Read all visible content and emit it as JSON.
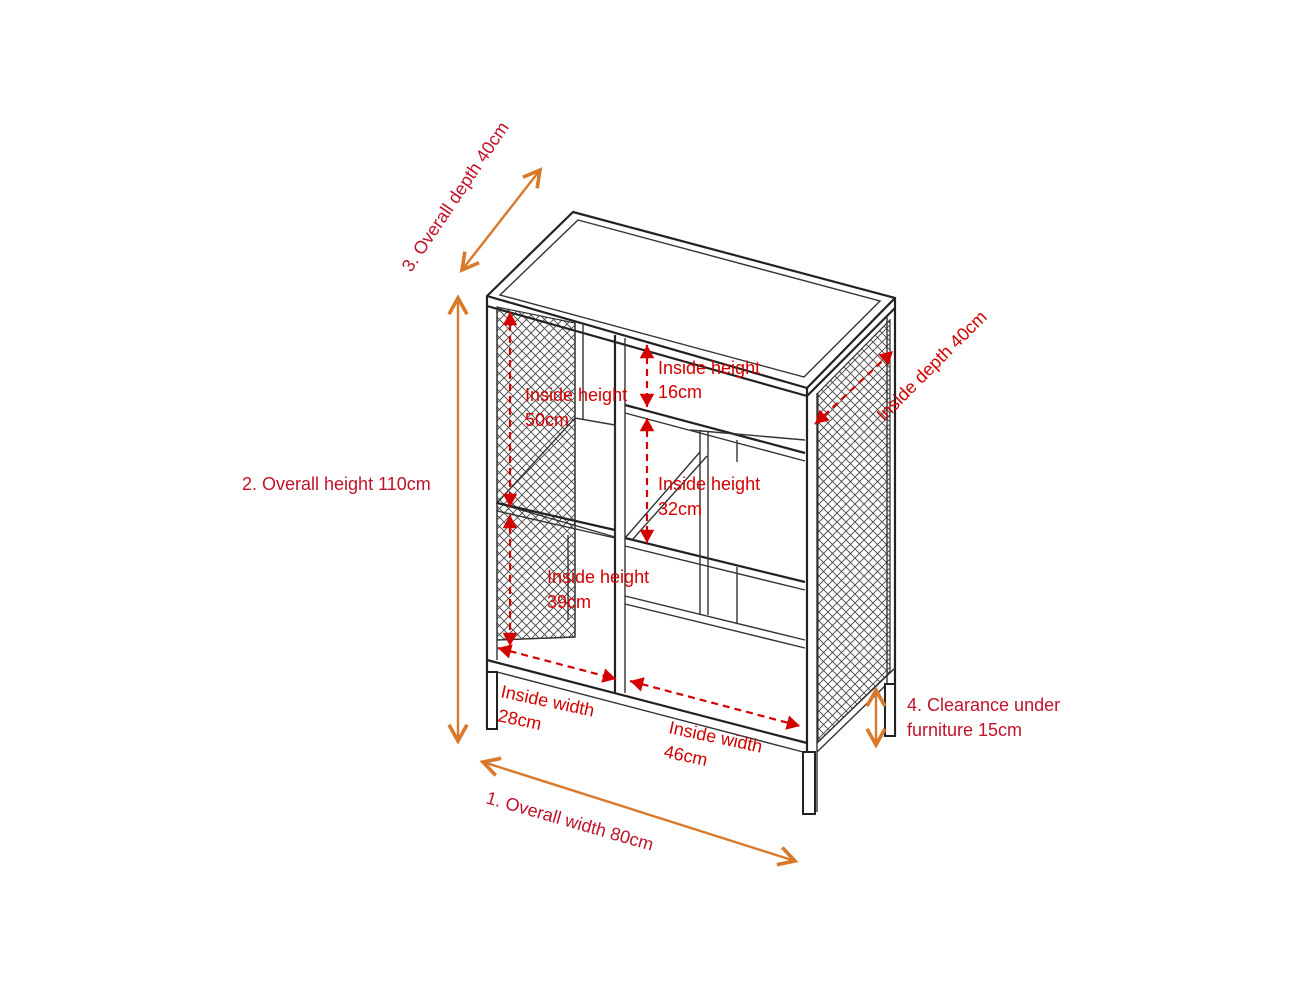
{
  "colors": {
    "overall_arrow": "#d9792b",
    "inside_arrow": "#d40000",
    "overall_text": "#c0122a",
    "inside_text": "#d40000",
    "frame": "#222222"
  },
  "overall": {
    "width": "1.  Overall width 80cm",
    "height": "2.  Overall height 110cm",
    "depth": "3. Overall depth 40cm",
    "clearance_line1": "4. Clearance under",
    "clearance_line2": "furniture 15cm"
  },
  "inside": {
    "height_50_l1": "Inside height",
    "height_50_l2": "50cm",
    "height_16_l1": "Inside height",
    "height_16_l2": "16cm",
    "height_32_l1": "Inside height",
    "height_32_l2": "32cm",
    "height_39_l1": "Inside height",
    "height_39_l2": "39cm",
    "width_28_l1": "Inside width",
    "width_28_l2": "28cm",
    "width_46_l1": "Inside width",
    "width_46_l2": "46cm",
    "depth_40": "Inside depth 40cm"
  }
}
